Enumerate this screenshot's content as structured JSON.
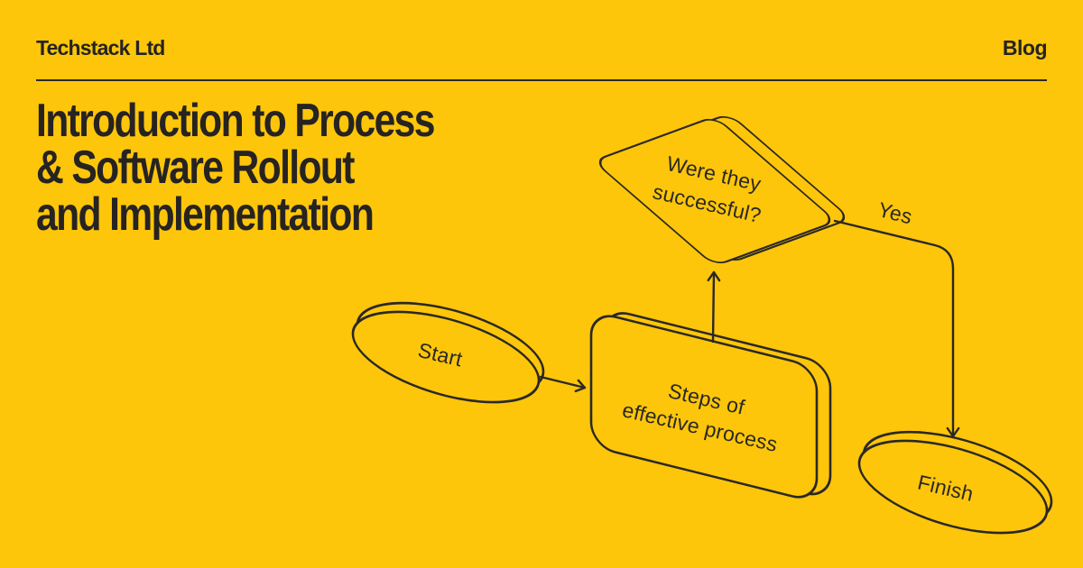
{
  "colors": {
    "background": "#FDC60A",
    "ink": "#2B2824",
    "title_ink": "#262321"
  },
  "header": {
    "brand": "Techstack Ltd",
    "link": "Blog"
  },
  "title": {
    "lines": [
      "Introduction to Process",
      "& Software Rollout",
      "and Implementation"
    ]
  },
  "flowchart": {
    "start_label": "Start",
    "process_lines": [
      "Steps of",
      "effective process"
    ],
    "decision_lines": [
      "Were they",
      "successful?"
    ],
    "finish_label": "Finish",
    "yes_label": "Yes"
  }
}
